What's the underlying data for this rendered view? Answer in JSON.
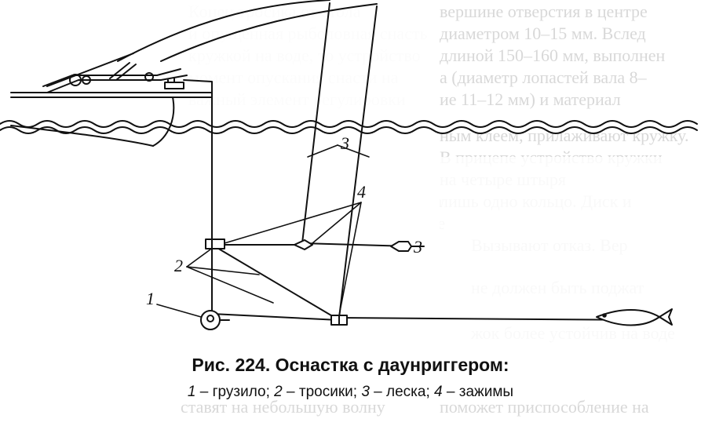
{
  "figure": {
    "caption_title": "Рис. 224. Оснастка с даунриггером:",
    "legend": [
      {
        "num": "1",
        "text": "грузило"
      },
      {
        "num": "2",
        "text": "тросики"
      },
      {
        "num": "3",
        "text": "леска"
      },
      {
        "num": "4",
        "text": "зажимы"
      }
    ],
    "labels": {
      "weight": "1",
      "cables": "2",
      "line_upper": "3",
      "line_right": "3",
      "clips": "4"
    }
  }
}
